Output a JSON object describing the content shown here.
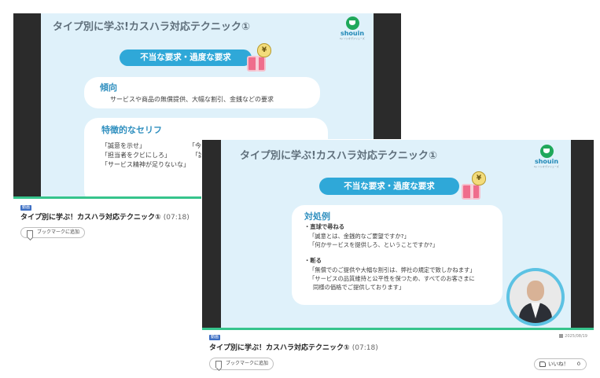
{
  "back_card": {
    "slide": {
      "title": "タイプ別に学ぶ!カスハラ対応テクニック①",
      "logo_name": "shouin",
      "logo_sub": "by ソシオヴァリューズ",
      "pill": "不当な要求・過度な要求",
      "box1_title": "傾向",
      "box1_text": "サービスや商品の無償提供、大幅な割引、金銭などの要求",
      "box2_title": "特徴的なセリフ",
      "quotes": [
        "「誠意を示せ」",
        "「担当者をクビにしろ」",
        "「サービス精神が足りないな」",
        "「今",
        "「試"
      ]
    },
    "badge": "動画",
    "video_title": "タイプ別に学ぶ！カスハラ対応テクニック①",
    "duration": "(07:18)",
    "bookmark_label": "ブックマークに追加"
  },
  "front_card": {
    "slide": {
      "title": "タイプ別に学ぶ!カスハラ対応テクニック①",
      "logo_name": "shouin",
      "logo_sub": "by ソシオヴァリューズ",
      "pill": "不当な要求・過度な要求",
      "box_title": "対処例",
      "lines": [
        "・直球で尋ねる",
        "「誠意とは、金銭的なご要望ですか?」",
        "「何かサービスを提供しろ、ということですか?」",
        "・断る",
        "「無償でのご提供や大幅な割引は、弊社の規定で致しかねます」",
        "「サービスの品質維持と公平性を保つため、すべてのお客さまに",
        "同様の価格でご提供しております」"
      ]
    },
    "badge": "動画",
    "video_title": "タイプ別に学ぶ！カスハラ対応テクニック①",
    "duration": "(07:18)",
    "date": "2025/08/19",
    "bookmark_label": "ブックマークに追加",
    "like_label": "いいね！",
    "like_count": "0"
  }
}
